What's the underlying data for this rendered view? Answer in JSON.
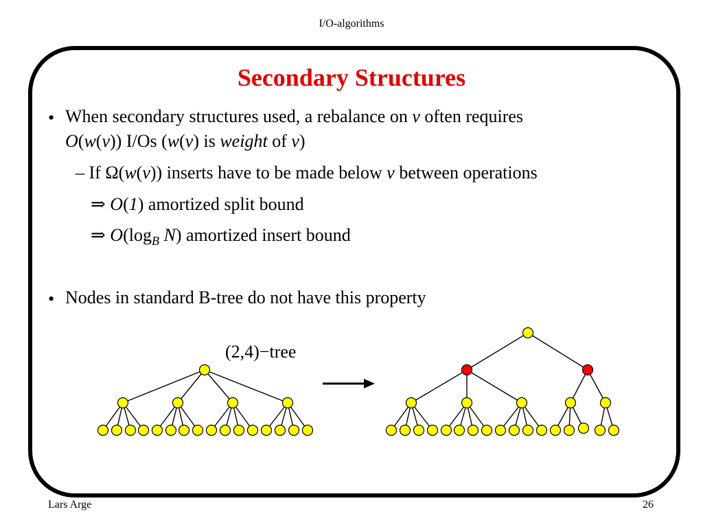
{
  "header": {
    "title": "I/O-algorithms"
  },
  "slide": {
    "title": "Secondary Structures"
  },
  "bullets": {
    "b1": {
      "marker": "•",
      "l1_a": "When secondary structures used, a rebalance on ",
      "l1_v": "v",
      "l1_b": " often requires",
      "l2_O": "O",
      "l2_p1": "(",
      "l2_w": "w",
      "l2_p2": "(",
      "l2_v": "v",
      "l2_p3": ")) I/Os (",
      "l2_w2": "w",
      "l2_p4": "(",
      "l2_v2": "v",
      "l2_p5": ") is ",
      "l2_weight": "weight",
      "l2_of": " of ",
      "l2_v3": "v",
      "l2_p6": ")"
    },
    "sub1": {
      "dash": "–",
      "if": "If ",
      "omega": "Ω(",
      "w": "w",
      "p1": "(",
      "v": "v",
      "p2": "))",
      "rest": " inserts have to be made below ",
      "v2": "v",
      "rest2": " between operations"
    },
    "imp1": {
      "arrow": "⇒",
      "O": "O",
      "p1": "(",
      "one": "1",
      "p2": ")",
      "rest": " amortized split bound"
    },
    "imp2": {
      "arrow": "⇒",
      "O": "O",
      "p1": "(log",
      "B": "B",
      "N": "N",
      "p2": ")",
      "rest": " amortized insert bound"
    },
    "b2": {
      "marker": "•",
      "text": "Nodes in standard B-tree do not have this property"
    }
  },
  "figure": {
    "tree_label": "(2,4)−tree",
    "node_color": "#ffff00",
    "split_color": "#ff0000"
  },
  "footer": {
    "author": "Lars Arge",
    "page": "26"
  }
}
